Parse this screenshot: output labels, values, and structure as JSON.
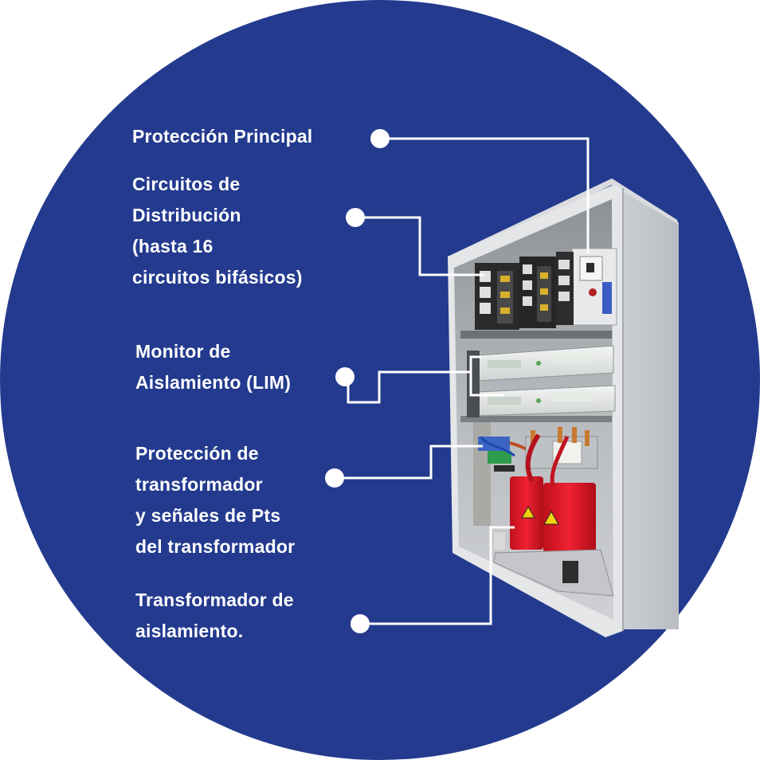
{
  "background_color": "#233a8e",
  "connector_color": "#ffffff",
  "labels": {
    "main_protection": {
      "lines": [
        "Protección Principal"
      ]
    },
    "distribution": {
      "lines": [
        "Circuitos de",
        "Distribución",
        "(hasta 16",
        "circuitos bifásicos)"
      ]
    },
    "insulation_monitor": {
      "lines": [
        "Monitor de",
        "Aislamiento (LIM)"
      ]
    },
    "transformer_protection": {
      "lines": [
        "Protección de",
        "transformador",
        "y señales de Pts",
        "del transformador"
      ]
    },
    "isolation_transformer": {
      "lines": [
        "Transformador de",
        "aislamiento."
      ]
    }
  },
  "image": {
    "subject": "electrical-panel-photo"
  }
}
